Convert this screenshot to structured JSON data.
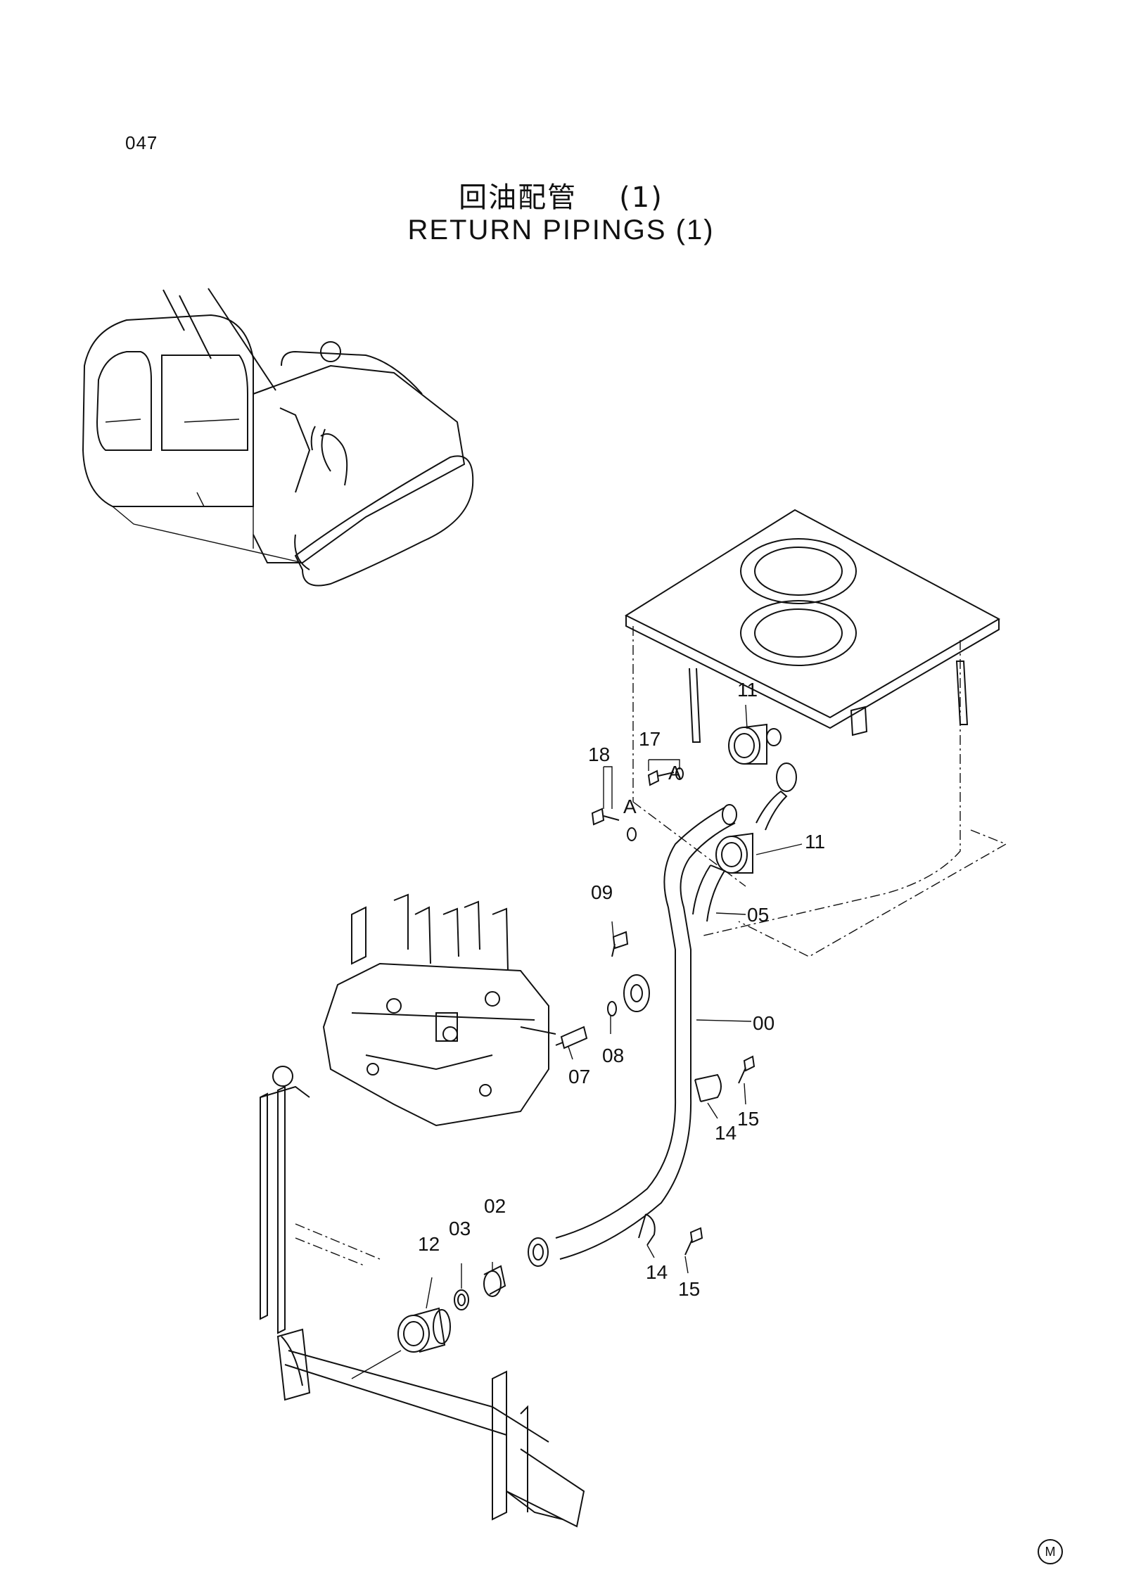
{
  "page_number": "047",
  "title_cn": "回油配管",
  "title_cn_suffix": "(1)",
  "title_en": "RETURN PIPINGS (1)",
  "corner_mark": "M",
  "callouts": {
    "c00": "00",
    "c02": "02",
    "c03": "03",
    "c05": "05",
    "c07": "07",
    "c08": "08",
    "c09": "09",
    "c11a": "11",
    "c11b": "11",
    "c12": "12",
    "c14a": "14",
    "c14b": "14",
    "c15a": "15",
    "c15b": "15",
    "c17": "17",
    "c18": "18",
    "cA1": "A",
    "cA2": "A"
  }
}
